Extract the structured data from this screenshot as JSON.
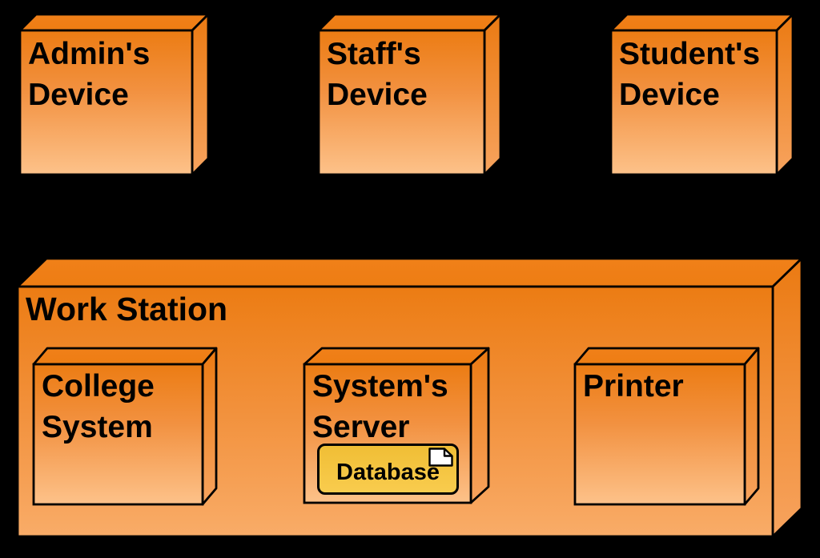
{
  "diagram": {
    "kind": "uml-deployment-diagram",
    "background_color": "#000000",
    "border_color": "#000000",
    "text_color": "#000000",
    "palette": {
      "node_gradient_top": "#EC7C13",
      "node_gradient_mid": "#F29140",
      "node_gradient_bottom": "#FDC28A",
      "node_top_face": "#EF7E15",
      "node_side_face_bottom": "#F7A35E",
      "workstation_gradient_bottom": "#F9AC68",
      "artifact_gradient_top": "#F0BE35",
      "artifact_gradient_bottom": "#F9CC4E",
      "artifact_icon_fill": "#FFFFFF"
    },
    "nodes": {
      "admin_device": {
        "label": "Admin's\nDevice"
      },
      "staff_device": {
        "label": "Staff's\nDevice"
      },
      "student_device": {
        "label": "Student's\nDevice"
      },
      "work_station": {
        "label": "Work Station"
      },
      "college_system": {
        "label": "College\nSystem"
      },
      "system_server": {
        "label": "System's\nServer"
      },
      "printer": {
        "label": "Printer"
      },
      "database": {
        "label": "Database"
      }
    }
  }
}
